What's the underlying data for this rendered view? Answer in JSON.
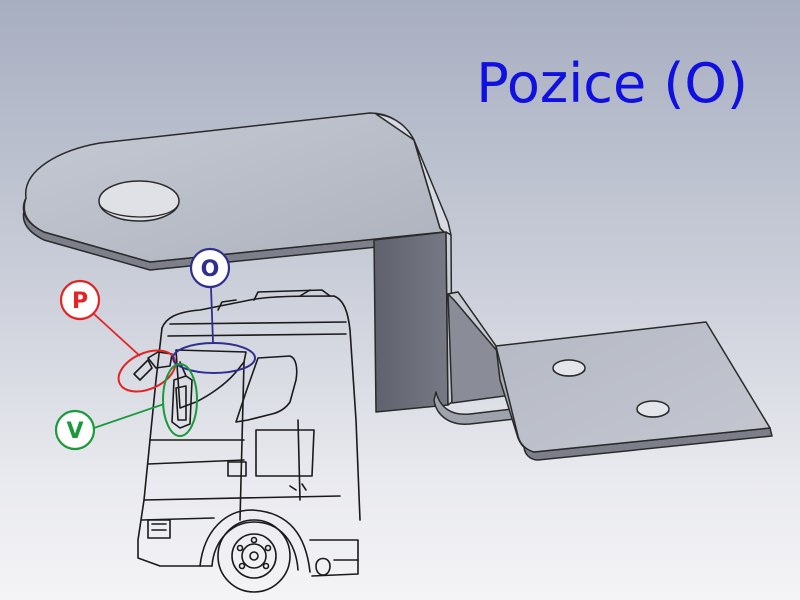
{
  "title": "Pozice (O)",
  "colors": {
    "title": "#1010e0",
    "marker_p": "#e32424",
    "marker_o": "#2f2f8f",
    "marker_v": "#1a9a3a",
    "bracket_fill": "#b9bdc8",
    "bracket_edge": "#2a2a2a"
  },
  "markers": [
    {
      "id": "P",
      "label": "P",
      "color": "#e32424"
    },
    {
      "id": "O",
      "label": "O",
      "color": "#2f2f8f"
    },
    {
      "id": "V",
      "label": "V",
      "color": "#1a9a3a"
    }
  ]
}
